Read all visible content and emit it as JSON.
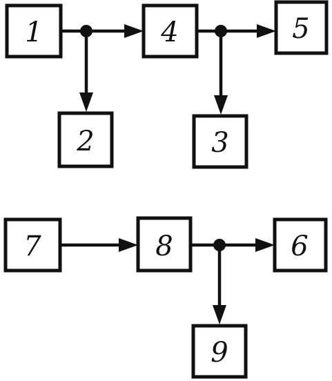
{
  "blocks": {
    "b1": "1",
    "b2": "2",
    "b3": "3",
    "b4": "4",
    "b5": "5",
    "b6": "6",
    "b7": "7",
    "b8": "8",
    "b9": "9"
  },
  "connections": [
    {
      "from": "1",
      "to": "4"
    },
    {
      "from": "1",
      "to": "2"
    },
    {
      "from": "4",
      "to": "5"
    },
    {
      "from": "4",
      "to": "3"
    },
    {
      "from": "7",
      "to": "8"
    },
    {
      "from": "8",
      "to": "6"
    },
    {
      "from": "8",
      "to": "9"
    }
  ]
}
